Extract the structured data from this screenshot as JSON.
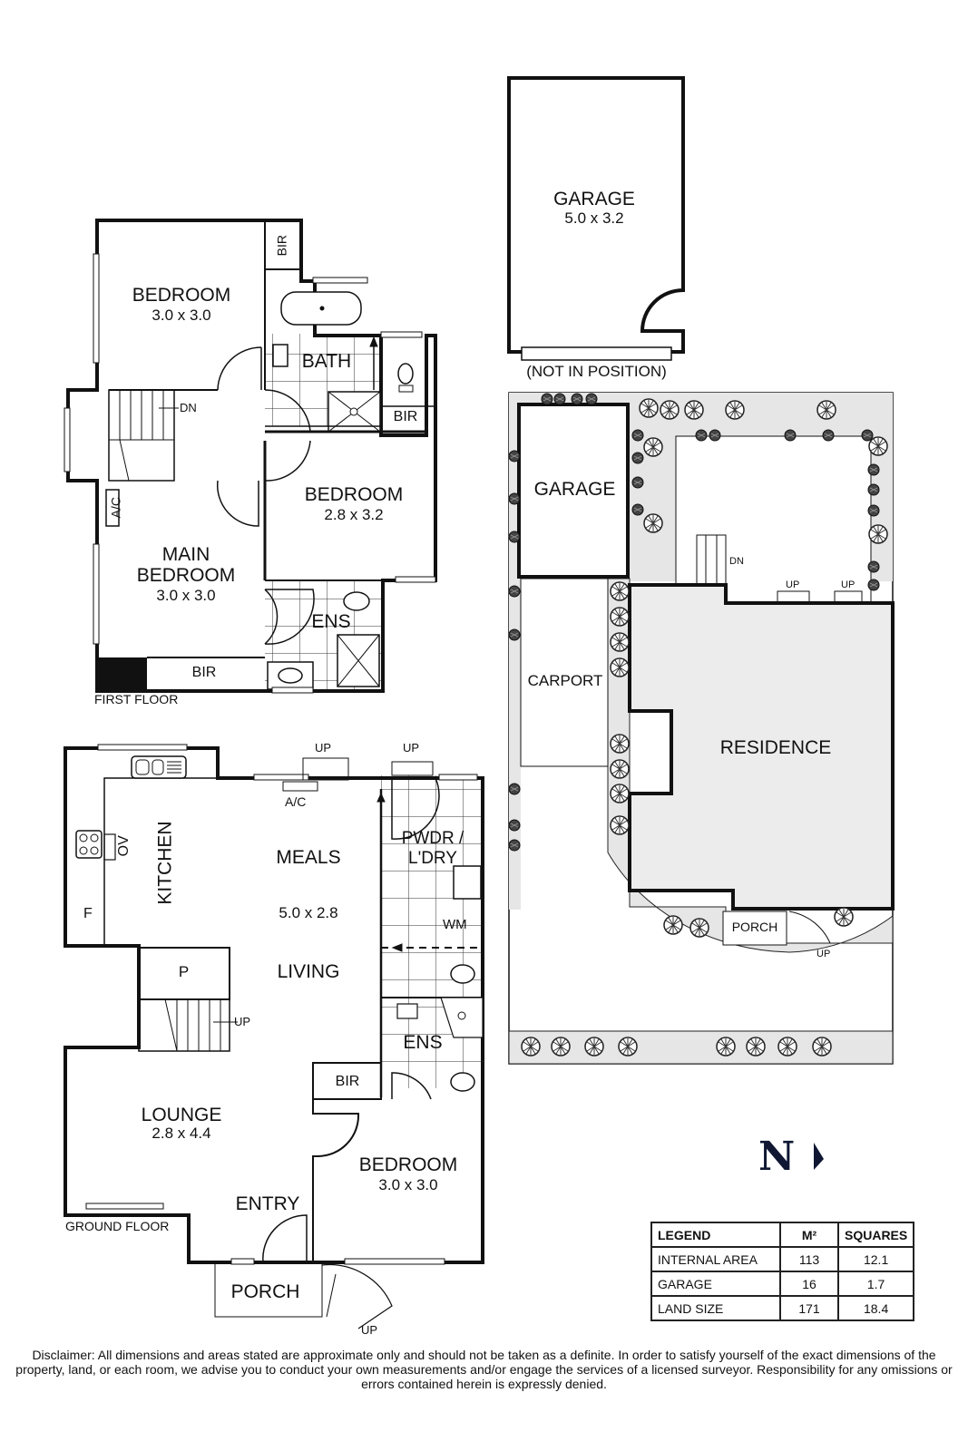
{
  "first_floor": {
    "title": "FIRST FLOOR",
    "rooms": {
      "bedroom1": {
        "name": "BEDROOM",
        "size": "3.0 x 3.0"
      },
      "bedroom1_bir": "BIR",
      "bath": "BATH",
      "bath_bir": "BIR",
      "stairs": "DN",
      "bedroom2": {
        "name": "BEDROOM",
        "size": "2.8 x 3.2"
      },
      "ac": "A/C",
      "main_bedroom": {
        "name_line1": "MAIN",
        "name_line2": "BEDROOM",
        "size": "3.0 x 3.0"
      },
      "ens": "ENS",
      "bir": "BIR"
    }
  },
  "ground_floor": {
    "title": "GROUND FLOOR",
    "rooms": {
      "kitchen": "KITCHEN",
      "oven": "OV",
      "fridge": "F",
      "meals": "MEALS",
      "meals_size": "5.0 x 2.8",
      "living": "LIVING",
      "pantry": "P",
      "stairs_up": "UP",
      "ac_up": "UP",
      "ac": "A/C",
      "pwdr_line1": "PWDR /",
      "pwdr_line2": "L'DRY",
      "pwdr_up": "UP",
      "wm": "WM",
      "ens": "ENS",
      "bir": "BIR",
      "lounge": {
        "name": "LOUNGE",
        "size": "2.8 x 4.4"
      },
      "entry": "ENTRY",
      "bedroom": {
        "name": "BEDROOM",
        "size": "3.0 x 3.0"
      },
      "porch": "PORCH",
      "porch_up": "UP"
    }
  },
  "detached_garage": {
    "name": "GARAGE",
    "size": "5.0 x 3.2",
    "note": "(NOT IN POSITION)"
  },
  "site_plan": {
    "garage": "GARAGE",
    "carport": "CARPORT",
    "residence": "RESIDENCE",
    "porch": "PORCH",
    "porch_up": "UP",
    "dn": "DN",
    "up1": "UP",
    "up2": "UP"
  },
  "north": {
    "label": "N"
  },
  "legend": {
    "headers": [
      "LEGEND",
      "M²",
      "SQUARES"
    ],
    "rows": [
      {
        "label": "INTERNAL AREA",
        "m2": "113",
        "squares": "12.1"
      },
      {
        "label": "GARAGE",
        "m2": "16",
        "squares": "1.7"
      },
      {
        "label": "LAND SIZE",
        "m2": "171",
        "squares": "18.4"
      }
    ]
  },
  "disclaimer": "Disclaimer: All dimensions and areas stated are approximate only and should not be taken as a definite. In order to satisfy yourself of the exact dimensions of the property, land, or each room, we advise you to conduct your own measurements and/or engage the services of a licensed surveyor. Responsibility for any omissions or errors contained herein is expressly denied."
}
